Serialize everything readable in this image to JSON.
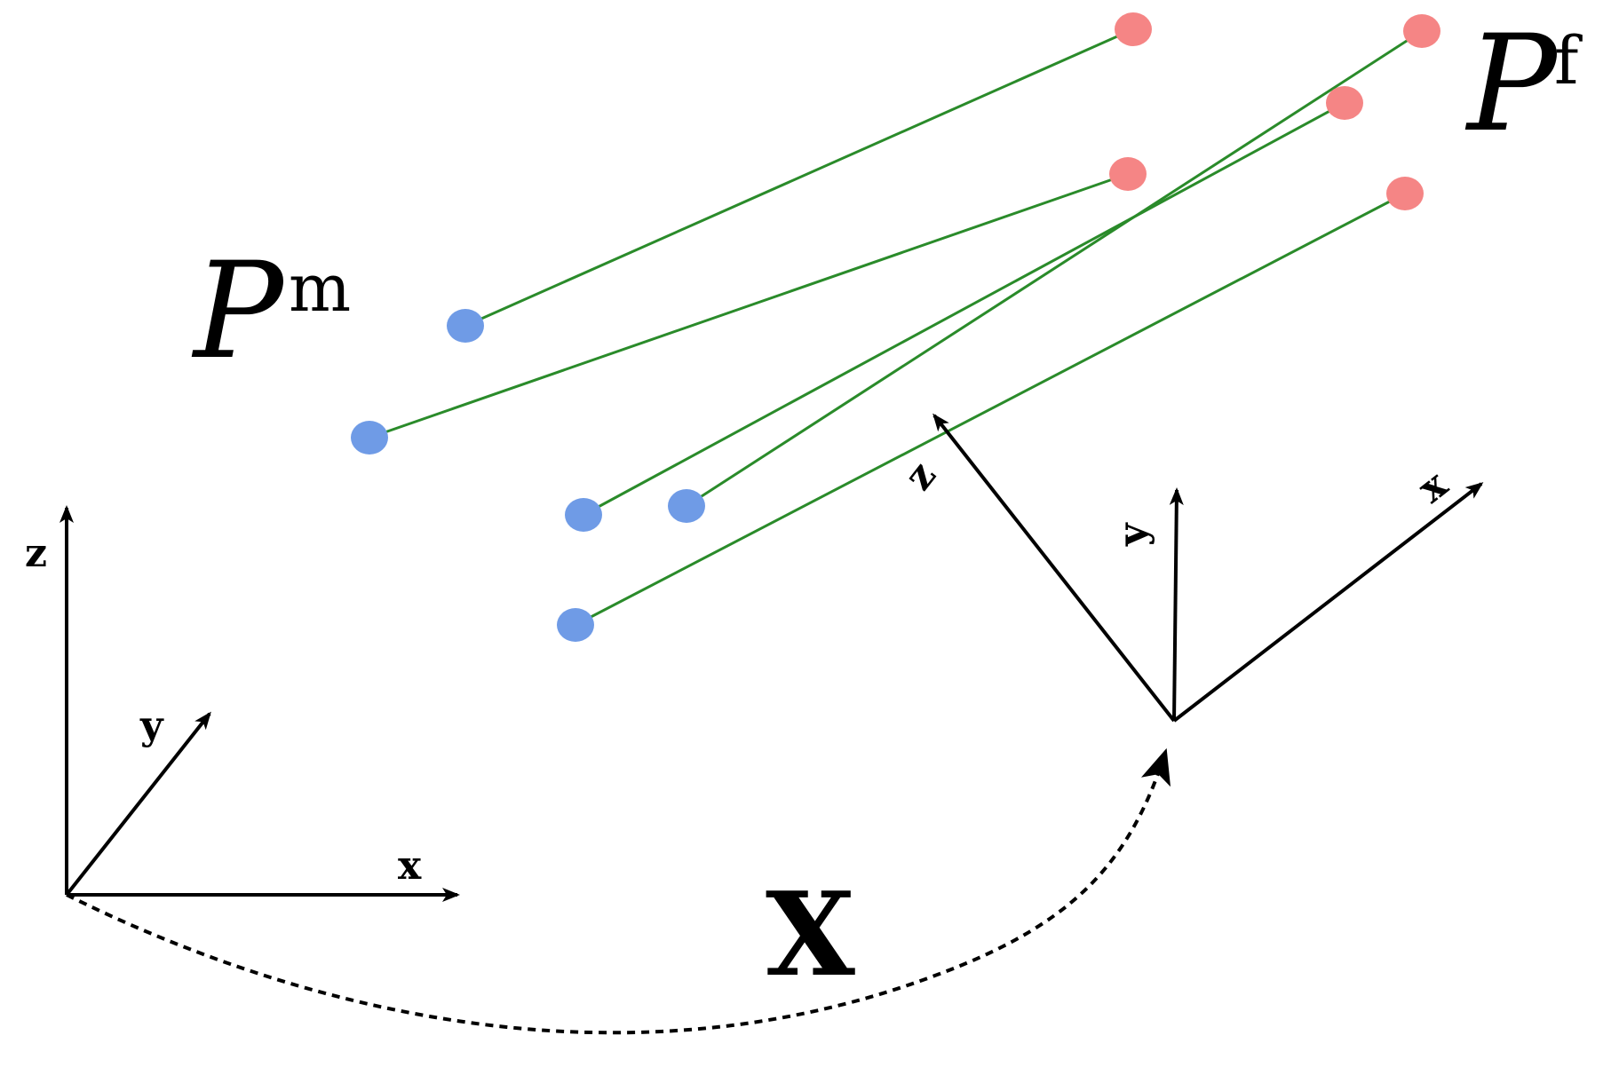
{
  "colors": {
    "moving_point": "#6f9be6",
    "fixed_point": "#f58585",
    "correspondence_line": "#2a8b2a",
    "axis": "#000000",
    "background": "#ffffff"
  },
  "labels": {
    "moving_set_symbol": "P",
    "moving_set_superscript": "m",
    "fixed_set_symbol": "P",
    "fixed_set_superscript": "f",
    "transform": "X"
  },
  "left_frame": {
    "x": "x",
    "y": "y",
    "z": "z"
  },
  "right_frame": {
    "x": "x",
    "y": "y",
    "z": "z"
  },
  "correspondences": [
    {
      "moving": [
        0,
        0
      ],
      "fixed": [
        0,
        0
      ]
    },
    {
      "moving": [
        0,
        0
      ],
      "fixed": [
        0,
        0
      ]
    },
    {
      "moving": [
        0,
        0
      ],
      "fixed": [
        0,
        0
      ]
    },
    {
      "moving": [
        0,
        0
      ],
      "fixed": [
        0,
        0
      ]
    },
    {
      "moving": [
        0,
        0
      ],
      "fixed": [
        0,
        0
      ]
    }
  ]
}
